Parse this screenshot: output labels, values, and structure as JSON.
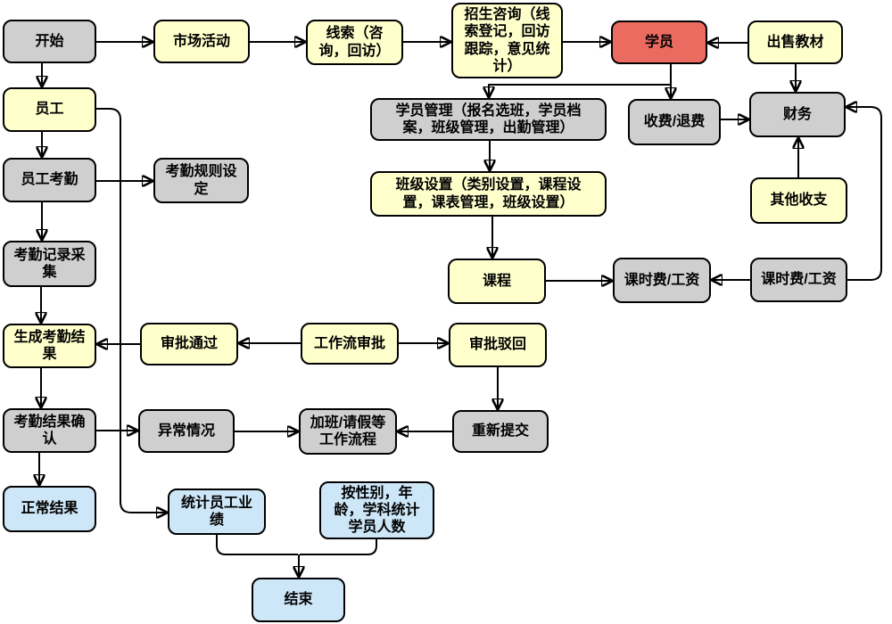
{
  "diagram": {
    "type": "flowchart",
    "colors": {
      "yellow": "#FFFFCC",
      "gray": "#CFCFCF",
      "red": "#EC6B60",
      "blue": "#CDE6F8",
      "border": "#000000",
      "arrow": "#000000",
      "background": "#FFFFFF"
    },
    "nodes": [
      {
        "id": "start",
        "label": "开始",
        "fill": "gray"
      },
      {
        "id": "market-activity",
        "label": "市场活动",
        "fill": "yellow"
      },
      {
        "id": "leads",
        "label": "线索（咨\n询，回访）",
        "fill": "yellow"
      },
      {
        "id": "enrollment-consult",
        "label": "招生咨询（线\n索登记，回访\n跟踪，意见统\n计）",
        "fill": "yellow"
      },
      {
        "id": "student",
        "label": "学员",
        "fill": "red"
      },
      {
        "id": "sell-textbooks",
        "label": "出售教材",
        "fill": "yellow"
      },
      {
        "id": "staff",
        "label": "员工",
        "fill": "yellow"
      },
      {
        "id": "student-mgmt",
        "label": "学员管理（报名选班，学员档\n案，班级管理，出勤管理）",
        "fill": "gray"
      },
      {
        "id": "fees-refund",
        "label": "收费/退费",
        "fill": "gray"
      },
      {
        "id": "finance",
        "label": "财务",
        "fill": "gray"
      },
      {
        "id": "staff-attendance",
        "label": "员工考勤",
        "fill": "gray"
      },
      {
        "id": "attendance-rules",
        "label": "考勤规则设\n定",
        "fill": "gray"
      },
      {
        "id": "class-setup",
        "label": "班级设置（类别设置，课程设\n置，课表管理，班级设置）",
        "fill": "yellow"
      },
      {
        "id": "other-income",
        "label": "其他收支",
        "fill": "yellow"
      },
      {
        "id": "attendance-records",
        "label": "考勤记录采\n集",
        "fill": "gray"
      },
      {
        "id": "course",
        "label": "课程",
        "fill": "yellow"
      },
      {
        "id": "class-fee-mid",
        "label": "课时费/工资",
        "fill": "gray"
      },
      {
        "id": "class-fee-right",
        "label": "课时费/工资",
        "fill": "gray"
      },
      {
        "id": "generate-result",
        "label": "生成考勤结\n果",
        "fill": "yellow"
      },
      {
        "id": "approval-passed",
        "label": "审批通过",
        "fill": "yellow"
      },
      {
        "id": "workflow-approval",
        "label": "工作流审批",
        "fill": "yellow"
      },
      {
        "id": "approval-rejected",
        "label": "审批驳回",
        "fill": "yellow"
      },
      {
        "id": "result-confirm",
        "label": "考勤结果确\n认",
        "fill": "gray"
      },
      {
        "id": "abnormal",
        "label": "异常情况",
        "fill": "gray"
      },
      {
        "id": "overtime-leave-flow",
        "label": "加班/请假等\n工作流程",
        "fill": "gray"
      },
      {
        "id": "resubmit",
        "label": "重新提交",
        "fill": "gray"
      },
      {
        "id": "normal-result",
        "label": "正常结果",
        "fill": "blue"
      },
      {
        "id": "staff-performance-stats",
        "label": "统计员工业\n绩",
        "fill": "blue"
      },
      {
        "id": "student-count-stats",
        "label": "按性别，年\n龄，学科统计\n学员人数",
        "fill": "blue"
      },
      {
        "id": "end",
        "label": "结束",
        "fill": "blue"
      }
    ],
    "edges": [
      {
        "from": "start",
        "to": "market-activity"
      },
      {
        "from": "market-activity",
        "to": "leads"
      },
      {
        "from": "leads",
        "to": "enrollment-consult"
      },
      {
        "from": "enrollment-consult",
        "to": "student"
      },
      {
        "from": "sell-textbooks",
        "to": "student"
      },
      {
        "from": "sell-textbooks",
        "to": "finance"
      },
      {
        "from": "student",
        "to": "fees-refund"
      },
      {
        "from": "student",
        "to": "student-mgmt"
      },
      {
        "from": "fees-refund",
        "to": "finance"
      },
      {
        "from": "other-income",
        "to": "finance"
      },
      {
        "from": "class-fee-right",
        "to": "finance"
      },
      {
        "from": "student-mgmt",
        "to": "class-setup"
      },
      {
        "from": "class-setup",
        "to": "course"
      },
      {
        "from": "course",
        "to": "class-fee-mid"
      },
      {
        "from": "class-fee-right",
        "to": "class-fee-mid"
      },
      {
        "from": "start",
        "to": "staff"
      },
      {
        "from": "staff",
        "to": "staff-attendance"
      },
      {
        "from": "staff-attendance",
        "to": "attendance-rules"
      },
      {
        "from": "staff-attendance",
        "to": "attendance-records"
      },
      {
        "from": "attendance-records",
        "to": "generate-result"
      },
      {
        "from": "workflow-approval",
        "to": "approval-passed"
      },
      {
        "from": "workflow-approval",
        "to": "approval-rejected"
      },
      {
        "from": "approval-passed",
        "to": "generate-result"
      },
      {
        "from": "generate-result",
        "to": "result-confirm"
      },
      {
        "from": "result-confirm",
        "to": "normal-result"
      },
      {
        "from": "result-confirm",
        "to": "abnormal"
      },
      {
        "from": "abnormal",
        "to": "overtime-leave-flow"
      },
      {
        "from": "approval-rejected",
        "to": "resubmit"
      },
      {
        "from": "resubmit",
        "to": "overtime-leave-flow"
      },
      {
        "from": "staff",
        "to": "staff-performance-stats"
      },
      {
        "from": "staff-performance-stats",
        "to": "end"
      },
      {
        "from": "student-count-stats",
        "to": "end"
      }
    ]
  }
}
